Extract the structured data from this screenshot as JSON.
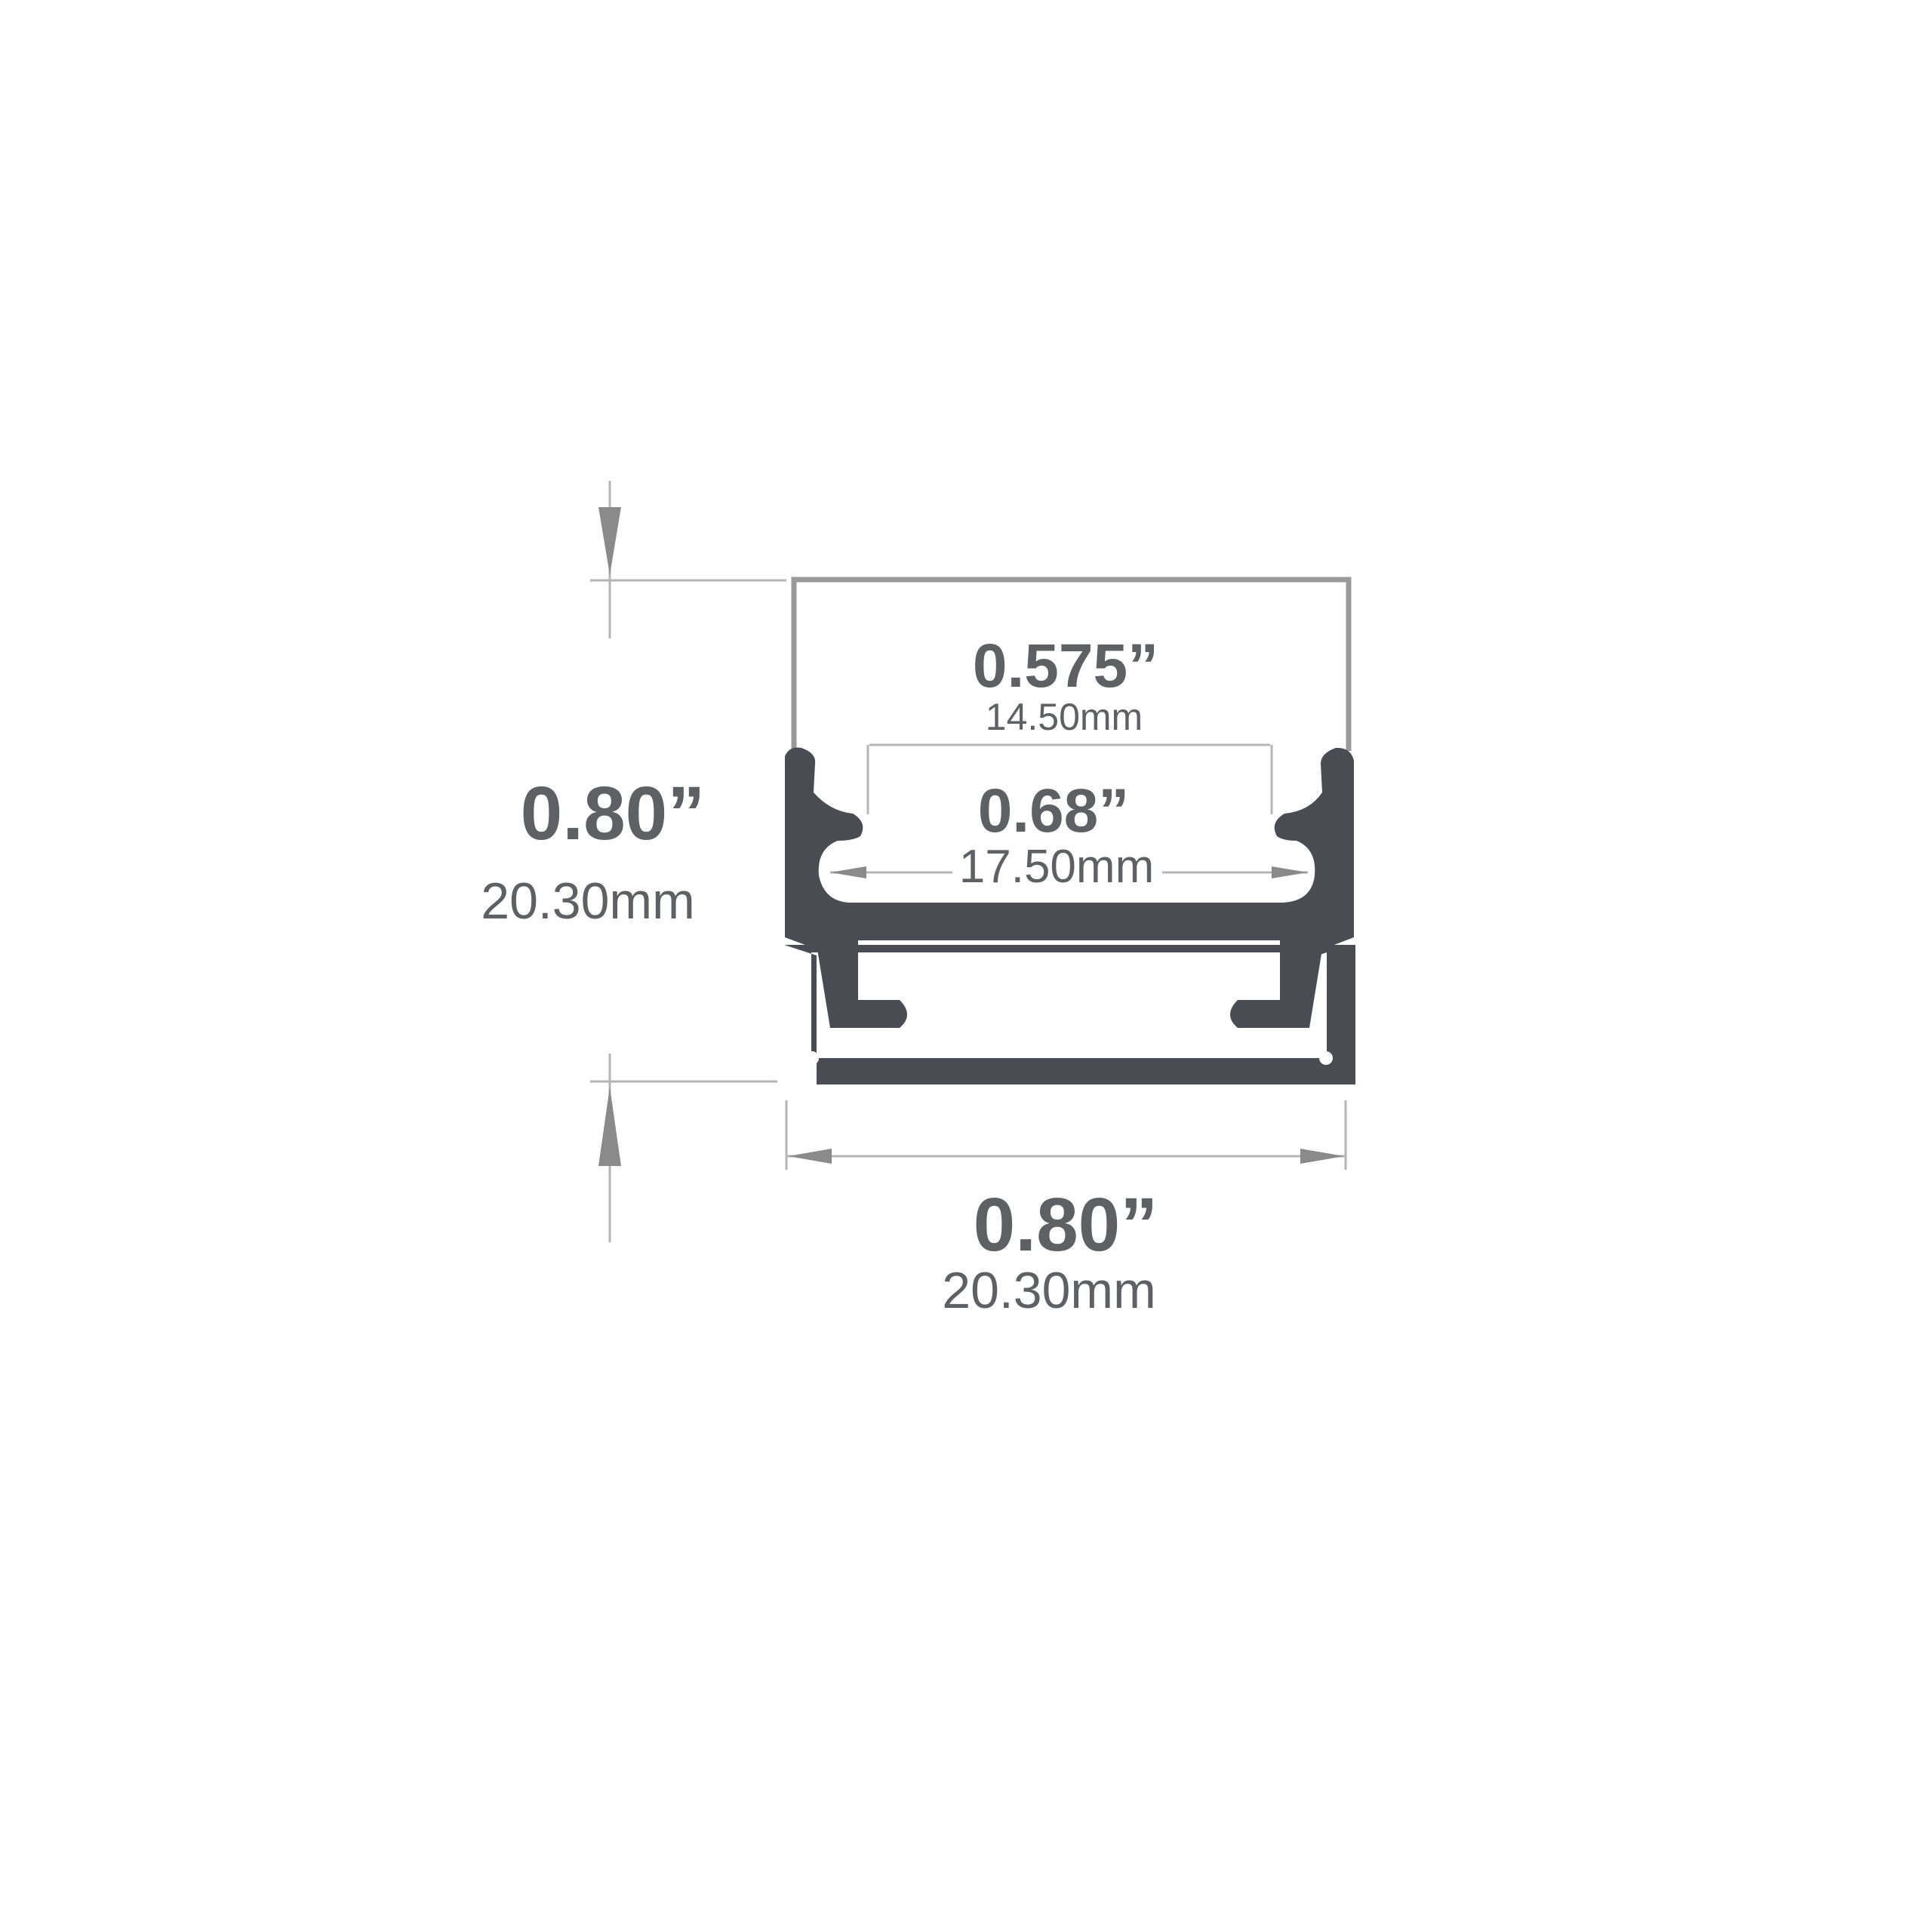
{
  "colors": {
    "profile": "#4a4b53",
    "text": "#5f6063",
    "cover": "#9a9a9a",
    "dim_line": "#b5b5b5"
  },
  "dimensions": {
    "cover_width": {
      "inch": "0.575”",
      "mm": "14.50mm"
    },
    "inner_width": {
      "inch": "0.68”",
      "mm": "17.50mm"
    },
    "height": {
      "inch": "0.80”",
      "mm": "20.30mm"
    },
    "width": {
      "inch": "0.80”",
      "mm": "20.30mm"
    }
  }
}
